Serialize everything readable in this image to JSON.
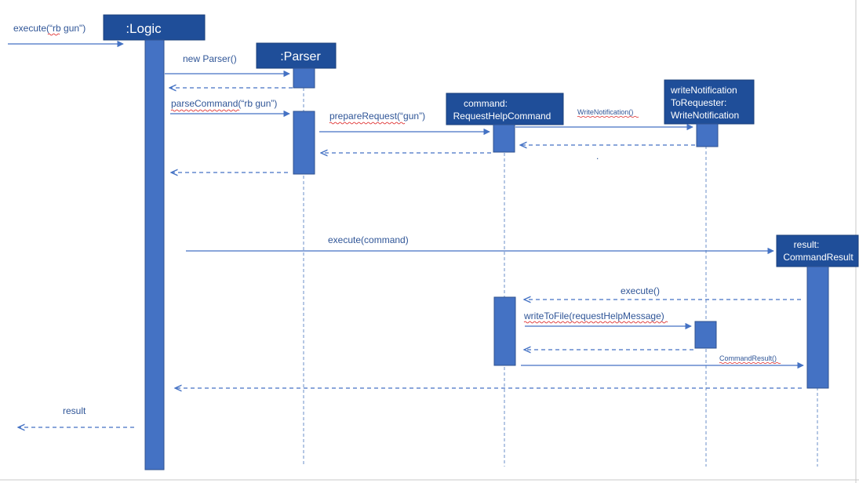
{
  "participants": {
    "logic": {
      "name": ":Logic"
    },
    "parser": {
      "name": ":Parser"
    },
    "command": {
      "line1": "command:",
      "line2": "RequestHelpCommand"
    },
    "notification": {
      "line1": "writeNotification",
      "line2": "ToRequester:",
      "line3": "WriteNotification"
    },
    "result": {
      "line1": "result:",
      "line2": "CommandResult"
    }
  },
  "messages": {
    "execute_in": "execute(“rb gun\")",
    "new_parser": "new Parser()",
    "parse_command": "parseCommand(“rb gun”)",
    "prepare_request": "prepareRequest(“gun”)",
    "write_notification": "WriteNotification()",
    "execute_command": "execute(command)",
    "execute": "execute()",
    "write_to_file": "writeToFile(requestHelpMessage)",
    "command_result": "CommandResult()",
    "result": "result",
    "dot": "."
  },
  "colors": {
    "header": "#1f4e99",
    "activation": "#4472c4",
    "arrow": "#4472c4",
    "label": "#2f5597"
  }
}
